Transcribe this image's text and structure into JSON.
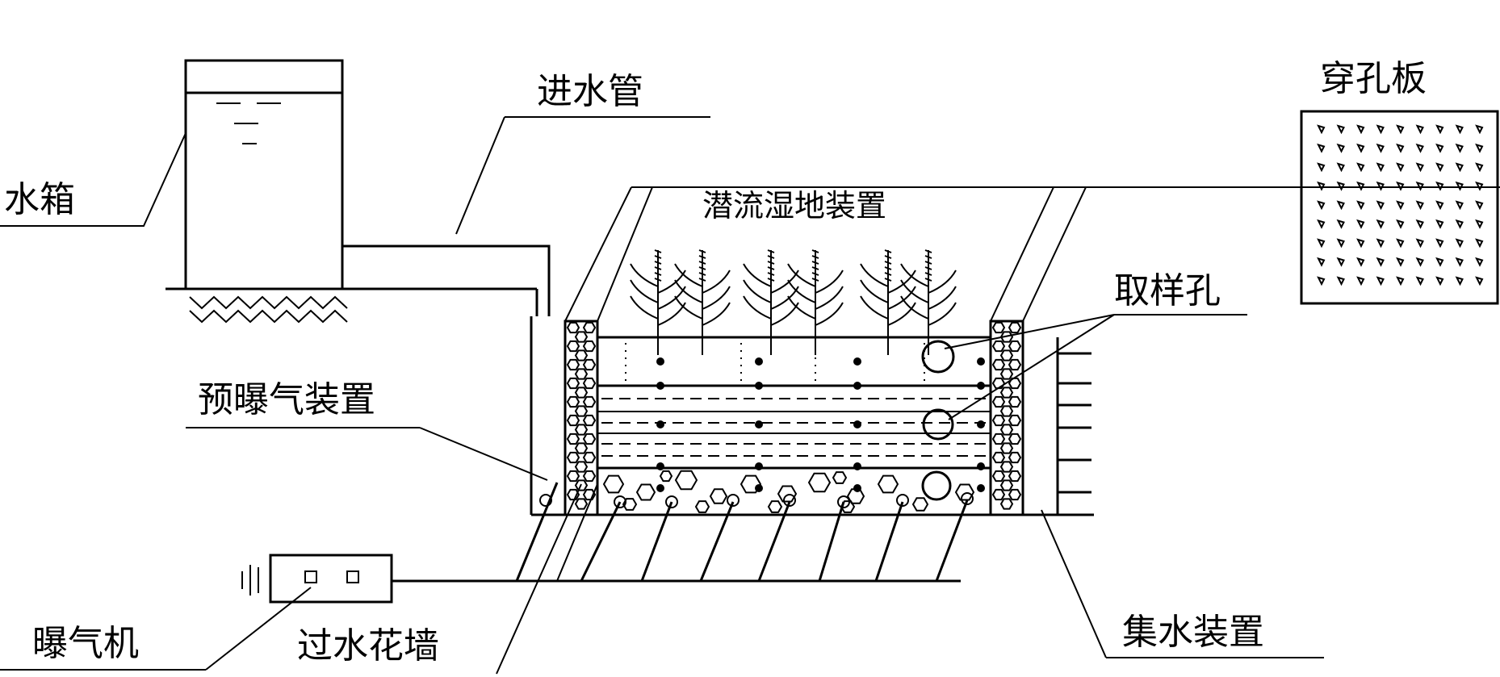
{
  "labels": {
    "water_tank": "水箱",
    "inlet_pipe": "进水管",
    "wetland_device": "潜流湿地装置",
    "perforated_plate": "穿孔板",
    "sampling_hole": "取样孔",
    "pre_aeration": "预曝气装置",
    "aerator": "曝气机",
    "flower_wall": "过水花墙",
    "collection_device": "集水装置"
  },
  "colors": {
    "line": "#000000",
    "background": "#ffffff"
  }
}
